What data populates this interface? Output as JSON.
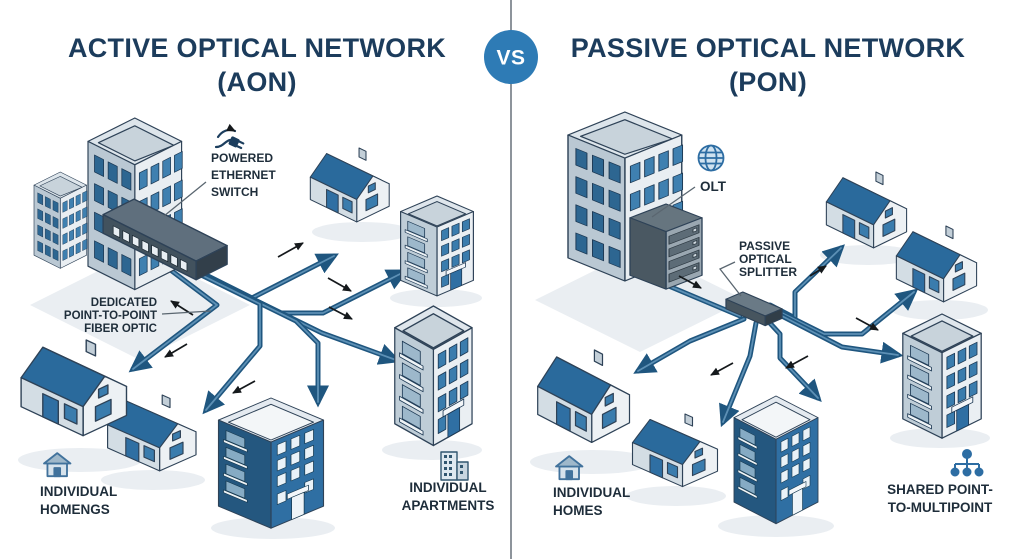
{
  "vs": {
    "label": "VS"
  },
  "left": {
    "title": "ACTIVE OPTICAL NETWORK",
    "subtitle": "(AON)",
    "switch_label": [
      "POWERED",
      "ETHERNET",
      "SWITCH"
    ],
    "fiber_label": [
      "DEDICATED",
      "POINT-TO-POINT",
      "FIBER OPTIC"
    ],
    "homes_label": [
      "INDIVIDUAL",
      "HOMENGS"
    ],
    "apartments_label": [
      "INDIVIDUAL",
      "APARTMENTS"
    ]
  },
  "right": {
    "title": "PASSIVE OPTICAL NETWORK",
    "subtitle": "(PON)",
    "olt_label": "OLT",
    "splitter_label": [
      "PASSIVE",
      "OPTICAL",
      "SPLITTER"
    ],
    "homes_label": [
      "INDIVIDUAL",
      "HOMES"
    ],
    "shared_label": [
      "SHARED POINT-",
      "TO-MULTIPOINT"
    ]
  },
  "colors": {
    "accent_blue": "#2e7bb5",
    "fiber_blue": "#1f567f",
    "title_navy": "#1c3c5c",
    "roof_blue": "#2a6a9c"
  },
  "icons": {
    "badge": "vs-badge",
    "left_device": "power-ethernet-icon",
    "right_device": "globe-icon",
    "homes": "home-icon",
    "apartments": "apartments-icon",
    "shared": "multipoint-icon"
  }
}
